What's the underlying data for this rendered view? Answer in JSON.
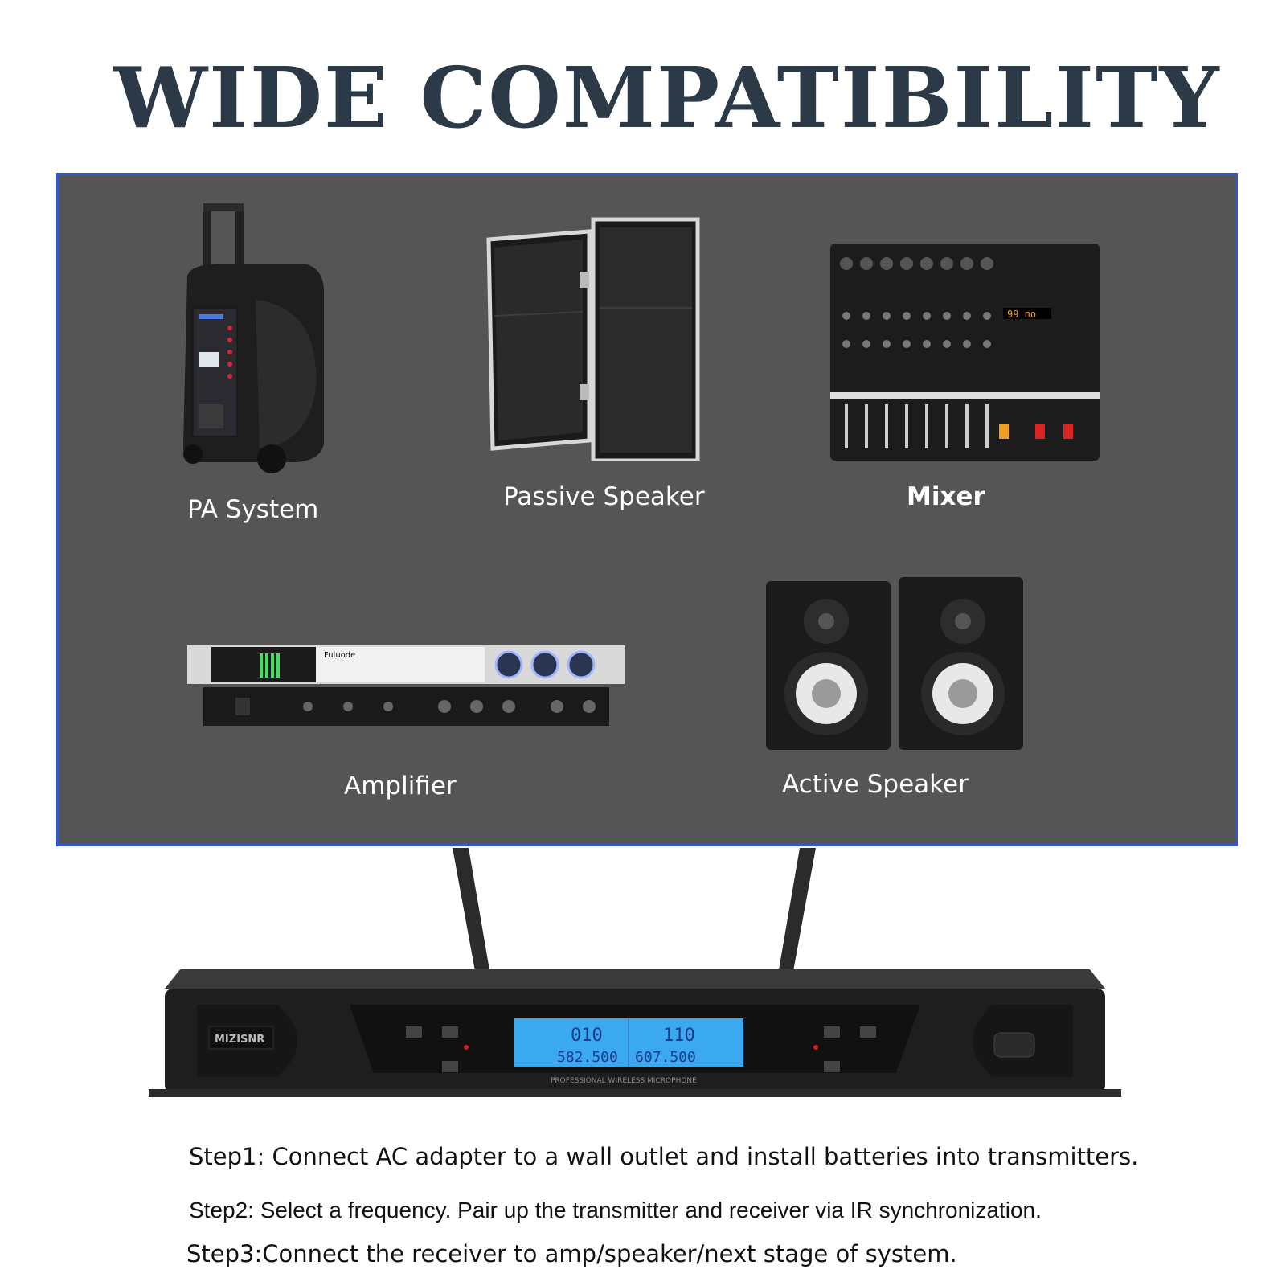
{
  "header": {
    "title": "WIDE COMPATIBILITY"
  },
  "devices": [
    {
      "label": "PA System",
      "icon": "pa-system-icon"
    },
    {
      "label": "Passive Speaker",
      "icon": "passive-speaker-icon"
    },
    {
      "label": "Mixer",
      "icon": "mixer-icon"
    },
    {
      "label": "Amplifier",
      "icon": "amplifier-icon"
    },
    {
      "label": "Active Speaker",
      "icon": "active-speaker-icon"
    }
  ],
  "receiver": {
    "brand": "MIZISNR",
    "channels": [
      "010",
      "110"
    ],
    "frequencies": [
      "582.500",
      "607.500"
    ],
    "caption": "PROFESSIONAL WIRELESS MICROPHONE",
    "display_color": "#3aa9f0"
  },
  "steps": [
    "Step1: Connect AC adapter to a wall outlet and install batteries into transmitters.",
    "Step2: Select a frequency. Pair up the transmitter and receiver via IR synchronization.",
    "Step3:Connect the receiver to amp/speaker/next stage of system."
  ],
  "colors": {
    "panel": "#555555",
    "panel_border": "#2f57d8",
    "title": "#2c3a47"
  }
}
